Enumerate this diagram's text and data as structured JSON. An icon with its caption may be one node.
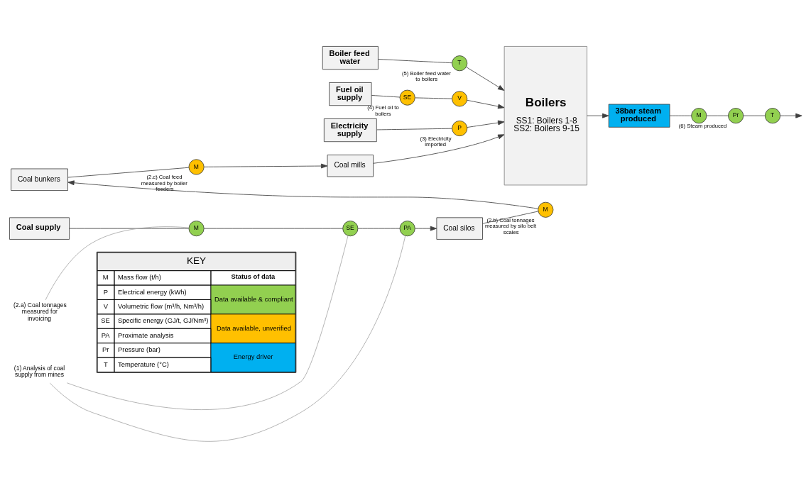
{
  "diagram": {
    "nodes": [
      {
        "text": [
          "Boiler feed water"
        ]
      },
      {
        "text": [
          "T"
        ],
        "beside": [
          "(5) Boiler feed water to boilers"
        ]
      },
      {
        "text": [
          "Boilers",
          "SS1: Boilers 1-8 SS2: Boilers 9-15"
        ]
      },
      {
        "text": [
          "Fuel oil supply"
        ]
      },
      {
        "text": [
          "SE"
        ],
        "beside": [
          "(4) Fuel oil to boilers"
        ]
      },
      {
        "text": [
          "V"
        ]
      },
      {
        "text": [
          "38bar steam produced"
        ]
      },
      {
        "text": [
          "M"
        ]
      },
      {
        "text": [
          "Pr"
        ],
        "beside": [
          "(6) Steam produced"
        ]
      },
      {
        "text": [
          "T"
        ]
      },
      {
        "text": [
          "Electricity supply"
        ]
      },
      {
        "text": [
          "P"
        ],
        "beside": [
          "(3) Electricity imported"
        ]
      },
      {
        "text": [
          "Coal mills"
        ]
      },
      {
        "text": [
          "M"
        ],
        "beside": [
          "(2.c) Coal feed measured by boiler feeders"
        ]
      },
      {
        "text": [
          "Coal bunkers"
        ]
      },
      {
        "text": [
          "M"
        ],
        "beside": [
          "(2.b) Coal tonnages measured by silo belt scales"
        ]
      },
      {
        "text": [
          "Coal supply"
        ]
      },
      {
        "text": [
          "M"
        ]
      },
      {
        "text": [
          "SE"
        ]
      },
      {
        "text": [
          "PA"
        ]
      },
      {
        "text": [
          "Coal silos"
        ]
      },
      {
        "text": [
          "(1) Analysis of coal supply from mines"
        ]
      },
      {
        "text": [
          "(2.a) Coal tonnages measured for invoicing"
        ]
      }
    ],
    "edges": [
      {
        "from": 0,
        "to": 1,
        "arrow": "none"
      },
      {
        "from": 1,
        "to": 2,
        "arrow": "to"
      },
      {
        "from": 3,
        "to": 4,
        "arrow": "none"
      },
      {
        "from": 4,
        "to": 5,
        "arrow": "none"
      },
      {
        "from": 5,
        "to": 2,
        "arrow": "to"
      },
      {
        "from": 10,
        "to": 11,
        "arrow": "none"
      },
      {
        "from": 11,
        "to": 2,
        "arrow": "to"
      },
      {
        "from": 12,
        "to": 2,
        "arrow": "to"
      },
      {
        "from": 2,
        "to": 6,
        "arrow": "to"
      },
      {
        "from": 6,
        "to": 7,
        "arrow": "none"
      },
      {
        "from": 7,
        "to": 8,
        "arrow": "none"
      },
      {
        "from": 8,
        "to": 9,
        "arrow": "none"
      },
      {
        "from": 9,
        "to": null,
        "arrow": "to"
      },
      {
        "from": 14,
        "to": 13,
        "arrow": "none"
      },
      {
        "from": 13,
        "to": 12,
        "arrow": "to"
      },
      {
        "from": 20,
        "to": 15,
        "arrow": "none"
      },
      {
        "from": 15,
        "to": 14,
        "arrow": "to"
      },
      {
        "from": 16,
        "to": 17,
        "arrow": "none"
      },
      {
        "from": 17,
        "to": 18,
        "arrow": "none"
      },
      {
        "from": 18,
        "to": 19,
        "arrow": "none"
      },
      {
        "from": 19,
        "to": 20,
        "arrow": "to"
      },
      {
        "from": 21,
        "to": 18,
        "arrow": "none",
        "color": "#a6a6a6"
      },
      {
        "from": 21,
        "to": 19,
        "arrow": "none",
        "color": "#a6a6a6"
      },
      {
        "from": 22,
        "to": 17,
        "arrow": "none",
        "color": "#a6a6a6"
      }
    ],
    "labels": [
      "KEY",
      "M",
      "Mass flow (t/h)",
      "P",
      "Electrical energy (kWh)",
      "V",
      "Volumetric flow (m³/h, Nm³/h)",
      "SE",
      "Specific energy (GJ/t, GJ/Nm³)",
      "PA",
      "Proximate analysis",
      "Pr",
      "Pressure (bar)",
      "T",
      "Temperature (°C)",
      "Status of data"
    ],
    "legend": [
      {
        "text": "Data available & compliant",
        "color": "#92d050"
      },
      {
        "text": "Data available, unverified",
        "color": "#ffc000"
      },
      {
        "text": "Energy driver",
        "color": "#00b0f0"
      }
    ]
  }
}
